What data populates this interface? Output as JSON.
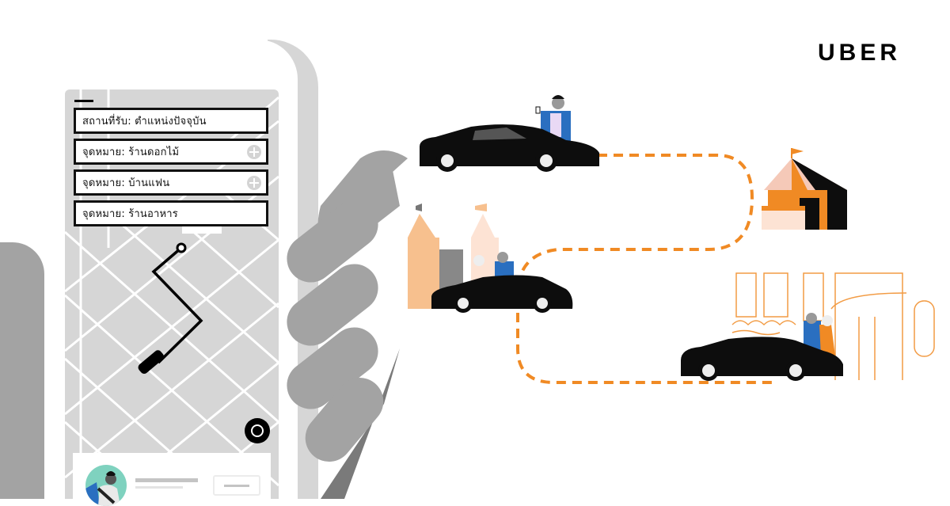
{
  "brand": {
    "logo_text": "UBER"
  },
  "app": {
    "menu_icon": "hamburger-menu-icon",
    "fields": [
      {
        "label": "สถานที่รับ: ตำแหน่งปัจจุบัน",
        "has_add": false
      },
      {
        "label": "จุดหมาย: ร้านดอกไม้",
        "has_add": true
      },
      {
        "label": "จุดหมาย: บ้านแฟน",
        "has_add": true
      },
      {
        "label": "จุดหมาย: ร้านอาหาร",
        "has_add": false
      }
    ],
    "map": {
      "route_icon": "route-line-icon",
      "car_icon": "car-marker-icon",
      "locate_icon": "locate-me-icon"
    },
    "driver_card": {
      "avatar": "driver-avatar",
      "action_icon": "contact-button"
    }
  },
  "illustration": {
    "colors": {
      "accent_orange": "#f08a24",
      "car_black": "#0d0d0d",
      "phone_gray": "#d6d6d6",
      "hand_gray": "#a3a3a3",
      "peach": "#f7c08e"
    },
    "scenes": [
      "car-with-passenger-phone",
      "car-at-castle-couple",
      "tent-flower-shop",
      "car-at-restaurant-couple"
    ]
  }
}
